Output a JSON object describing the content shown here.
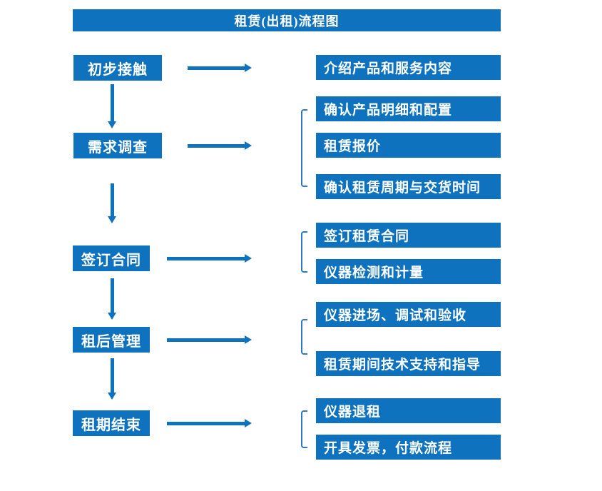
{
  "title": "租赁(出租)流程图",
  "colors": {
    "primary_blue": "#0E72BE",
    "bracket_blue": "#2E79BD",
    "text_white": "#FFFFFF",
    "background": "#FFFFFF"
  },
  "chart_data": {
    "type": "flowchart",
    "title": "租赁(出租)流程图",
    "layout": "vertical main flow on left, detail boxes branching right"
  },
  "steps": [
    {
      "label": "初步接触",
      "details": [
        "介绍产品和服务内容"
      ]
    },
    {
      "label": "需求调查",
      "details": [
        "确认产品明细和配置",
        "租赁报价",
        "确认租赁周期与交货时间"
      ]
    },
    {
      "label": "签订合同",
      "details": [
        "签订租赁合同",
        "仪器检测和计量"
      ]
    },
    {
      "label": "租后管理",
      "details": [
        "仪器进场、调试和验收",
        "租赁期间技术支持和指导"
      ]
    },
    {
      "label": "租期结束",
      "details": [
        "仪器退租",
        "开具发票，付款流程"
      ]
    }
  ]
}
